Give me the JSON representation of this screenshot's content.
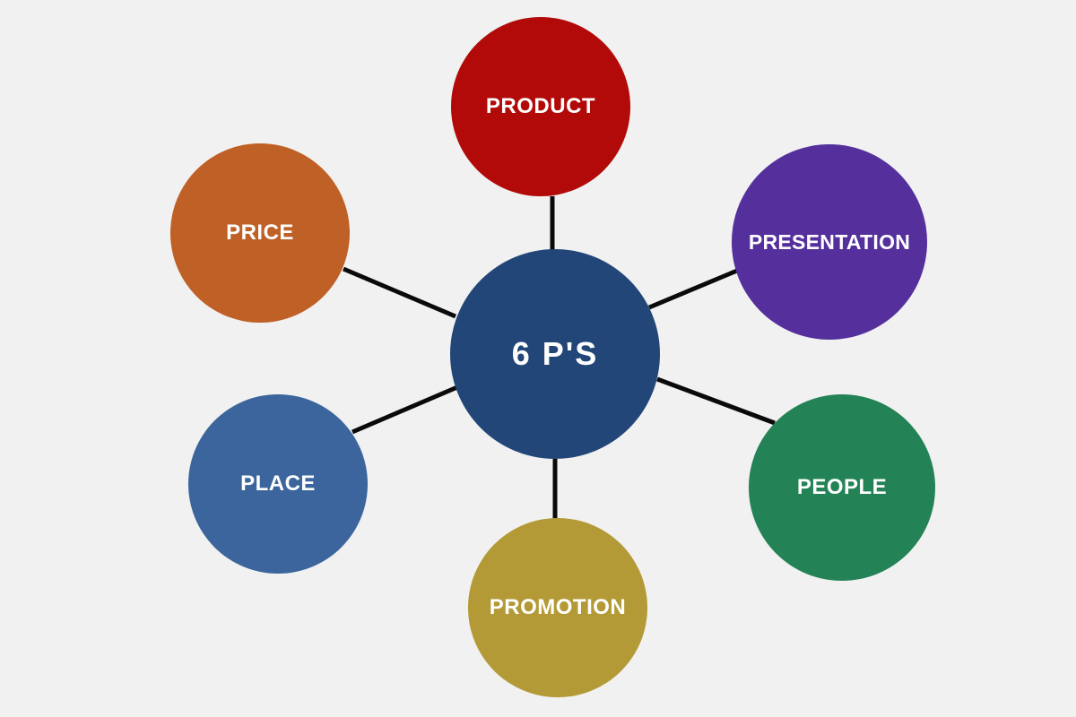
{
  "diagram": {
    "type": "hub-and-spoke",
    "background": "#f1f1f1",
    "connector_color": "#0a0a0a",
    "hub": {
      "label": "6 P'S",
      "color": "#224677"
    },
    "nodes": [
      {
        "id": "product",
        "label": "PRODUCT",
        "color": "#b10a08"
      },
      {
        "id": "presentation",
        "label": "PRESENTATION",
        "color": "#55309d"
      },
      {
        "id": "people",
        "label": "PEOPLE",
        "color": "#238356"
      },
      {
        "id": "promotion",
        "label": "PROMOTION",
        "color": "#b39a36"
      },
      {
        "id": "place",
        "label": "PLACE",
        "color": "#3b659c"
      },
      {
        "id": "price",
        "label": "PRICE",
        "color": "#bf6026"
      }
    ]
  }
}
